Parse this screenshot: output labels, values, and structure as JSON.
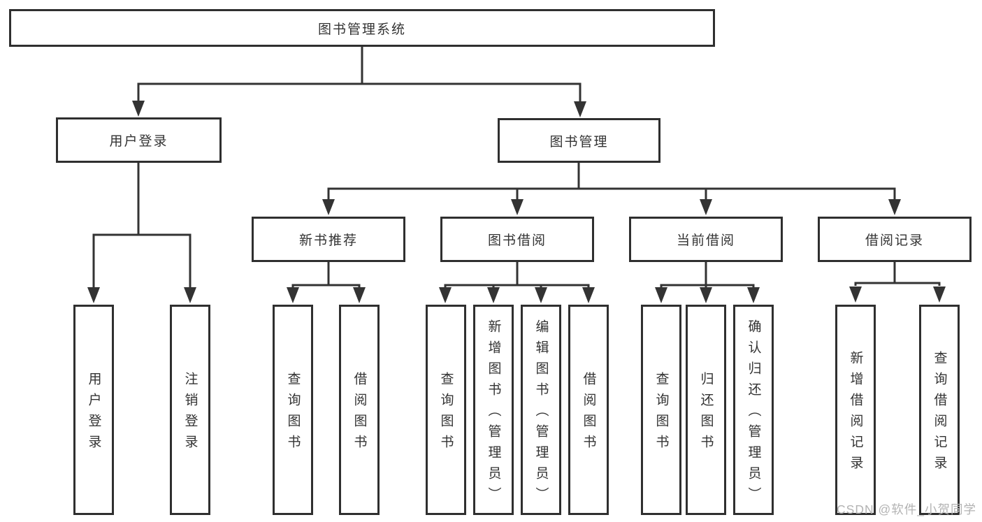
{
  "diagram": {
    "colors": {
      "line": "#333333",
      "box_border": "#2f2f2f",
      "text": "#333333",
      "background": "#ffffff",
      "watermark": "#b3b3b3"
    },
    "nodes": {
      "root": "图书管理系统",
      "user_login": "用户登录",
      "book_management": "图书管理",
      "new_book_recommend": "新书推荐",
      "book_borrowing": "图书借阅",
      "current_borrowing": "当前借阅",
      "borrowing_records": "借阅记录"
    },
    "leaves": {
      "user_login": [
        "用户登录",
        "注销登录"
      ],
      "new_book_recommend": [
        "查询图书",
        "借阅图书"
      ],
      "book_borrowing": [
        "查询图书",
        "新增图书（管理员）",
        "编辑图书（管理员）",
        "借阅图书"
      ],
      "current_borrowing": [
        "查询图书",
        "归还图书",
        "确认归还（管理员）"
      ],
      "borrowing_records": [
        "新增借阅记录",
        "查询借阅记录"
      ]
    },
    "watermark": "CSDN @软件_小贺同学"
  }
}
